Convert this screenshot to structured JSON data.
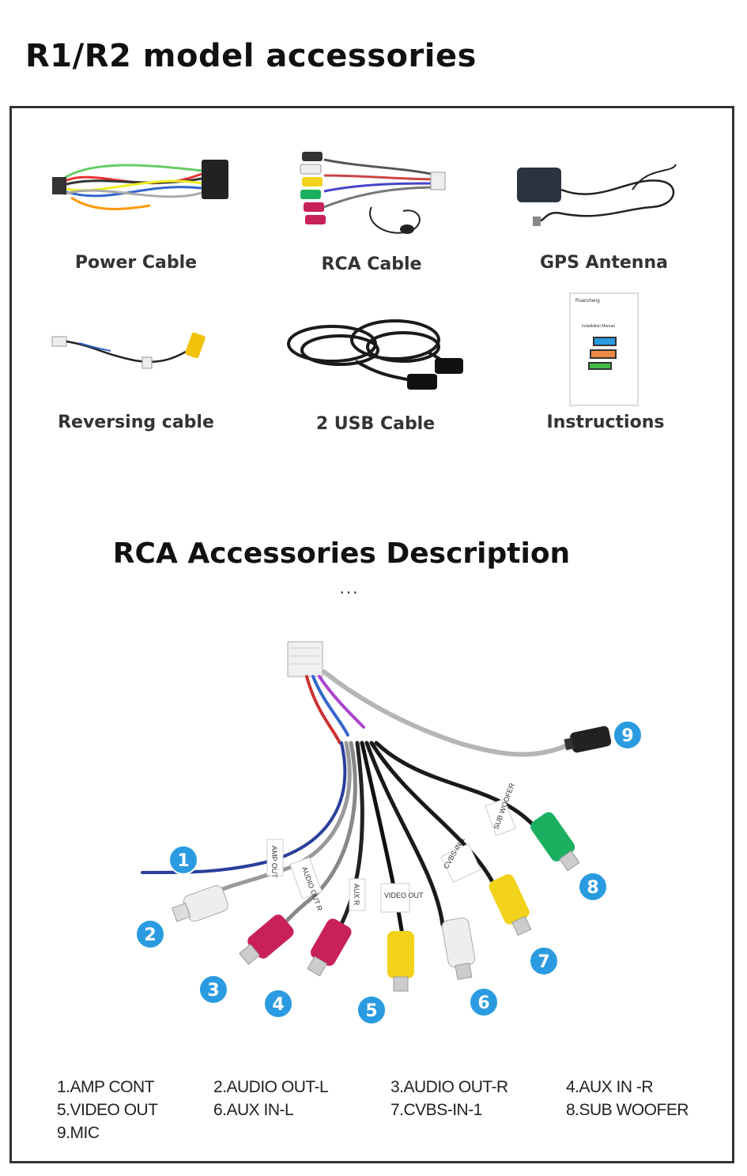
{
  "page_title": "R1/R2 model accessories",
  "accessories": [
    {
      "label": "Power Cable"
    },
    {
      "label": "RCA Cable"
    },
    {
      "label": "GPS Antenna"
    },
    {
      "label": "Reversing cable"
    },
    {
      "label": "2 USB Cable"
    },
    {
      "label": "Instructions"
    }
  ],
  "manual": {
    "brand": "Ruancheng",
    "heading": "Installation Manual"
  },
  "rca_heading": "RCA Accessories Description",
  "ellipsis": "...",
  "cable_tags": {
    "amp": "AMP OUT",
    "audio_r": "AUDIO OUT R",
    "aux_r": "AUX R",
    "video_out": "VIDEO OUT",
    "cvbs": "CVBS-IN-1",
    "sub": "SUB WOOFER"
  },
  "callouts": [
    "1",
    "2",
    "3",
    "4",
    "5",
    "6",
    "7",
    "8",
    "9"
  ],
  "legend": [
    "1.AMP CONT",
    "2.AUDIO OUT-L",
    "3.AUDIO OUT-R",
    "4.AUX IN -R",
    "5.VIDEO OUT",
    "6.AUX IN-L",
    "7.CVBS-IN-1",
    "8.SUB WOOFER",
    "9.MIC"
  ],
  "colors": {
    "callout": "#2a9be0",
    "red_plug": "#c8205a",
    "yellow_plug": "#f2d21a",
    "green_plug": "#1bb060",
    "white_plug": "#eeeeee"
  }
}
